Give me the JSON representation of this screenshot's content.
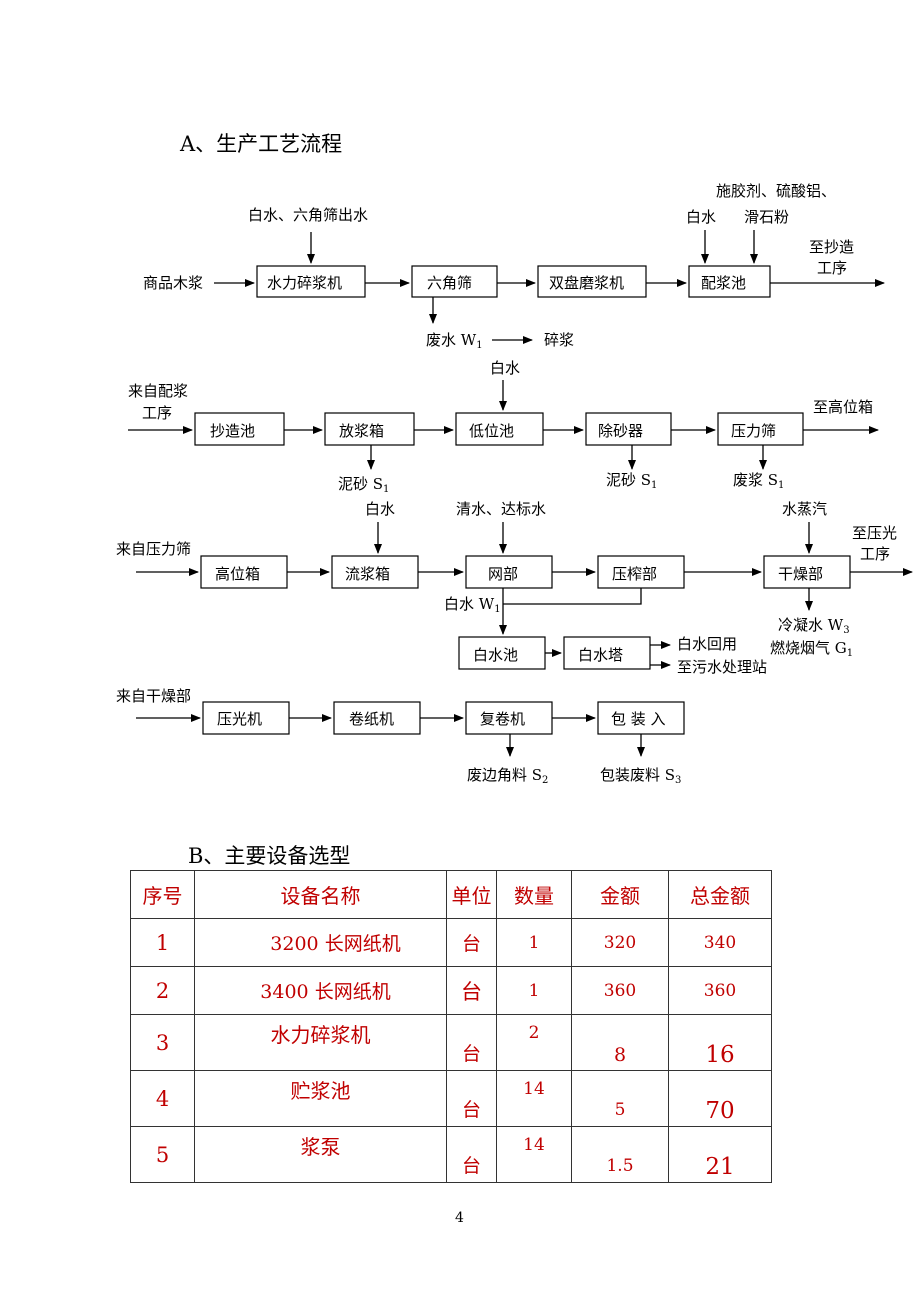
{
  "section_a": {
    "title": "A、生产工艺流程"
  },
  "flow": {
    "row1": {
      "inputs_top_1": "白水、六角筛出水",
      "inputs_top_2": "白水",
      "inputs_top_3a": "施胶剂、硫酸铝、",
      "inputs_top_3b": "滑石粉",
      "source": "商品木浆",
      "boxes": [
        "水力碎浆机",
        "六角筛",
        "双盘磨浆机",
        "配浆池"
      ],
      "output_a": "至抄造",
      "output_b": "工序",
      "waste": "废水 W",
      "waste_sub": "1",
      "waste_dest": "碎浆"
    },
    "row2": {
      "source_a": "来自配浆",
      "source_b": "工序",
      "top_input": "白水",
      "boxes": [
        "抄造池",
        "放浆箱",
        "低位池",
        "除砂器",
        "压力筛"
      ],
      "output": "至高位箱",
      "waste_1": "泥砂 S",
      "waste_1_sub": "1",
      "waste_2": "泥砂 S",
      "waste_2_sub": "1",
      "waste_3": "废浆 S",
      "waste_3_sub": "1"
    },
    "row3": {
      "source": "来自压力筛",
      "top_input_1": "白水",
      "top_input_2": "清水、达标水",
      "top_input_3": "水蒸汽",
      "boxes": [
        "高位箱",
        "流浆箱",
        "网部",
        "压榨部",
        "干燥部"
      ],
      "output_a": "至压光",
      "output_b": "工序",
      "whitewater": "白水 W",
      "whitewater_sub": "1",
      "condensate": "冷凝水 W",
      "condensate_sub": "3",
      "flue": "燃烧烟气 G",
      "flue_sub": "1",
      "sub_boxes": [
        "白水池",
        "白水塔"
      ],
      "reuse": "白水回用",
      "to_treatment": "至污水处理站"
    },
    "row4": {
      "source": "来自干燥部",
      "boxes": [
        "压光机",
        "卷纸机",
        "复卷机",
        "包 装 入"
      ],
      "waste_1": "废边角料 S",
      "waste_1_sub": "2",
      "waste_2": "包装废料 S",
      "waste_2_sub": "3"
    }
  },
  "section_b": {
    "title": "B、主要设备选型"
  },
  "table": {
    "headers": [
      "序号",
      "设备名称",
      "单位",
      "数量",
      "金额",
      "总金额"
    ],
    "rows": [
      [
        "1",
        "3200 长网纸机",
        "台",
        "1",
        "320",
        "340"
      ],
      [
        "2",
        "3400 长网纸机",
        "台",
        "1",
        "360",
        "360"
      ],
      [
        "3",
        "水力碎浆机",
        "台",
        "2",
        "8",
        "16"
      ],
      [
        "4",
        "贮浆池",
        "台",
        "14",
        "5",
        "70"
      ],
      [
        "5",
        "浆泵",
        "台",
        "14",
        "1.5",
        "21"
      ]
    ]
  },
  "page_number": "4"
}
